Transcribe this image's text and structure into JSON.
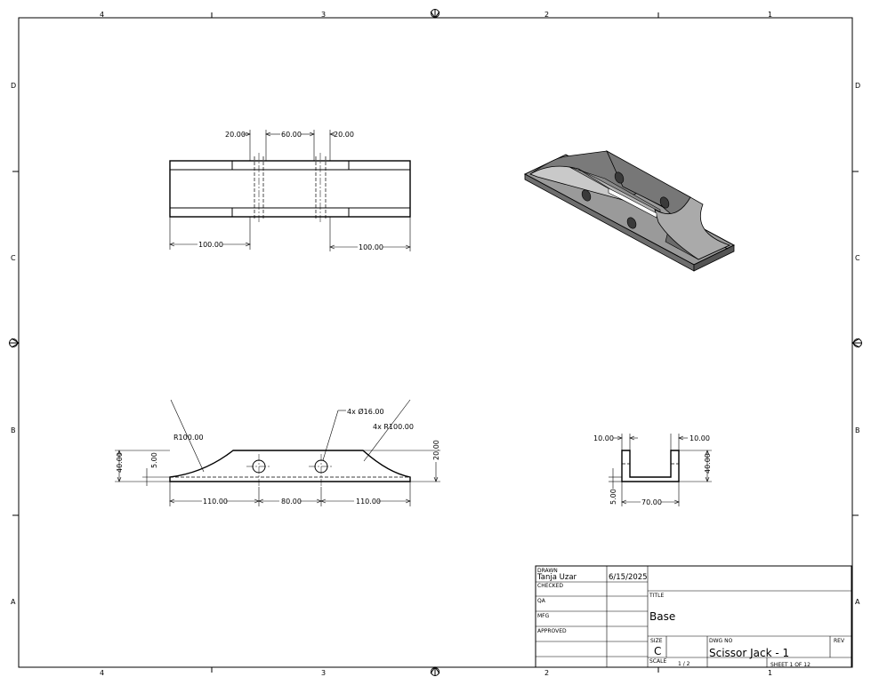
{
  "zones": {
    "columns": [
      "4",
      "3",
      "2",
      "1"
    ],
    "rows": [
      "D",
      "C",
      "B",
      "A"
    ]
  },
  "top_view": {
    "dims": [
      "20.00",
      "60.00",
      "20.00",
      "100.00",
      "100.00"
    ]
  },
  "front_view": {
    "dims": [
      "R100.00",
      "4x Ø16.00",
      "4x R100.00",
      "40.00",
      "5.00",
      "20.00",
      "110.00",
      "80.00",
      "110.00"
    ]
  },
  "side_view": {
    "dims": [
      "10.00",
      "10.00",
      "40.00",
      "5.00",
      "70.00"
    ]
  },
  "title_block": {
    "drawn_label": "DRAWN",
    "drawn_name": "Tanja Uzar",
    "drawn_date": "6/15/2025",
    "checked_label": "CHECKED",
    "qa_label": "QA",
    "mfg_label": "MFG",
    "approved_label": "APPROVED",
    "title_label": "TITLE",
    "title": "Base",
    "size_label": "SIZE",
    "size": "C",
    "dwg_no_label": "DWG NO",
    "dwg_no": "Scissor Jack - 1",
    "rev_label": "REV",
    "scale_label": "SCALE",
    "scale": "1 / 2",
    "sheet": "SHEET 1  OF 12"
  },
  "colors": {
    "line": "#000000",
    "paper": "#ffffff",
    "iso_dark": "#5e5e5e",
    "iso_mid": "#8f8f8f",
    "iso_light": "#c4c4c4"
  }
}
